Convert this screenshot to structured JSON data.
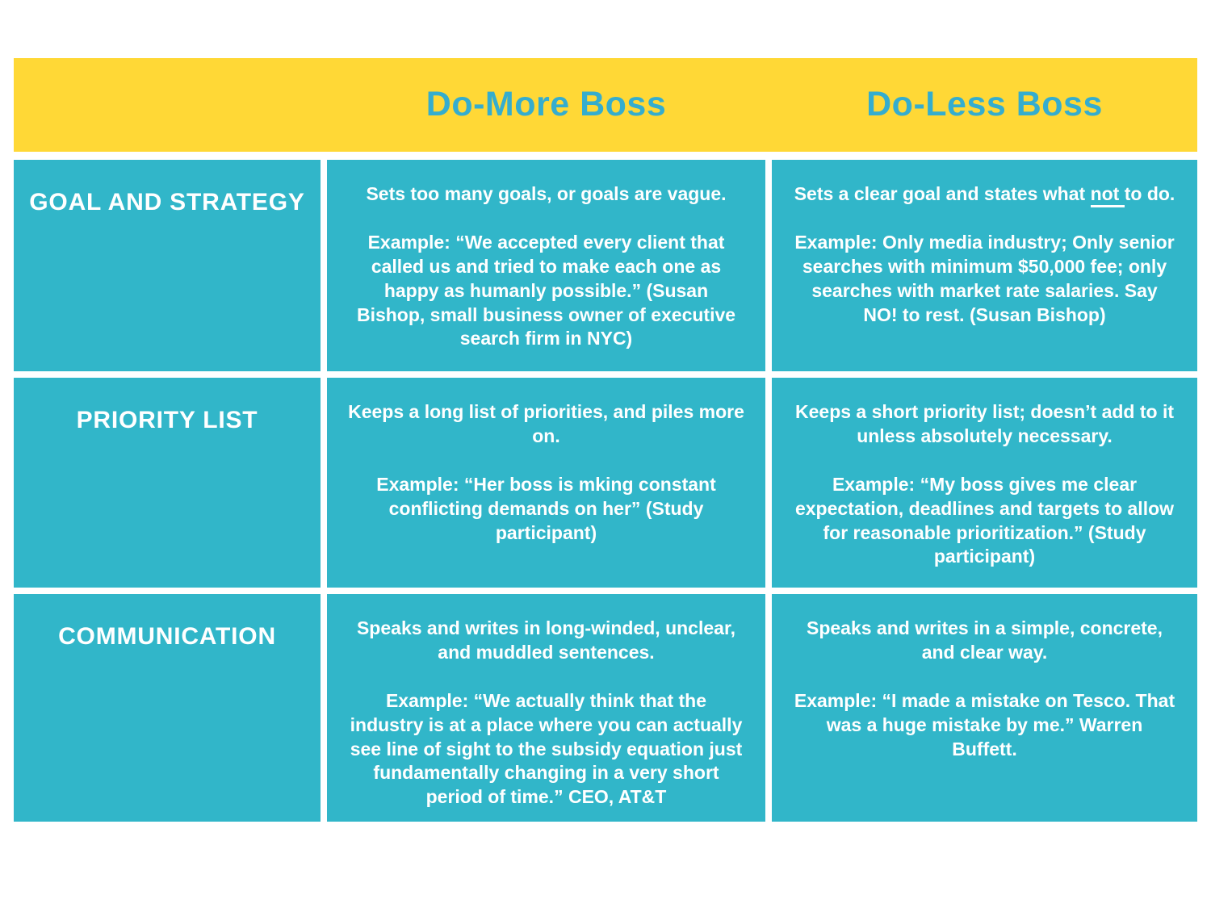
{
  "table": {
    "header": {
      "col_more_title": "Do-More Boss",
      "col_less_title": "Do-Less Boss"
    },
    "colors": {
      "header_bg": "#FFD836",
      "header_text": "#35ADCE",
      "cell_bg": "#31B6C9",
      "cell_text": "#FFFFFF",
      "page_bg": "#FFFFFF"
    },
    "rows": [
      {
        "label": "GOAL AND STRATEGY",
        "more": {
          "main": "Sets too many goals, or goals are vague.",
          "example": "Example: “We accepted every client that called us and tried to make each one as happy as humanly possible.” (Susan Bishop, small business owner of executive search firm in NYC)"
        },
        "less": {
          "main_before": "Sets a clear goal and states what ",
          "main_underline": "not ",
          "main_after": "to do.",
          "example": "Example: Only media industry; Only senior searches with minimum $50,000 fee; only searches with market rate salaries. Say NO! to rest. (Susan Bishop)"
        }
      },
      {
        "label": "PRIORITY LIST",
        "more": {
          "main": "Keeps a long list of priorities, and piles more on.",
          "example": "Example: “Her boss is mking constant conflicting demands on her” (Study participant)"
        },
        "less": {
          "main": "Keeps a short priority list; doesn’t add to it unless absolutely necessary.",
          "example": "Example: “My boss gives me clear expectation, deadlines and targets to allow for reasonable prioritization.” (Study participant)"
        }
      },
      {
        "label": "COMMUNICATION",
        "more": {
          "main": "Speaks and writes in long-winded, unclear, and muddled sentences.",
          "example": "Example: “We actually think that the industry is at a place where you can actually see line of sight to the subsidy equation just fundamentally changing in a very short period of time.” CEO, AT&T"
        },
        "less": {
          "main": "Speaks and writes in a simple, concrete, and clear way.",
          "example": "Example: “I made a mistake on Tesco. That was a huge mistake by me.” Warren Buffett."
        }
      }
    ]
  }
}
